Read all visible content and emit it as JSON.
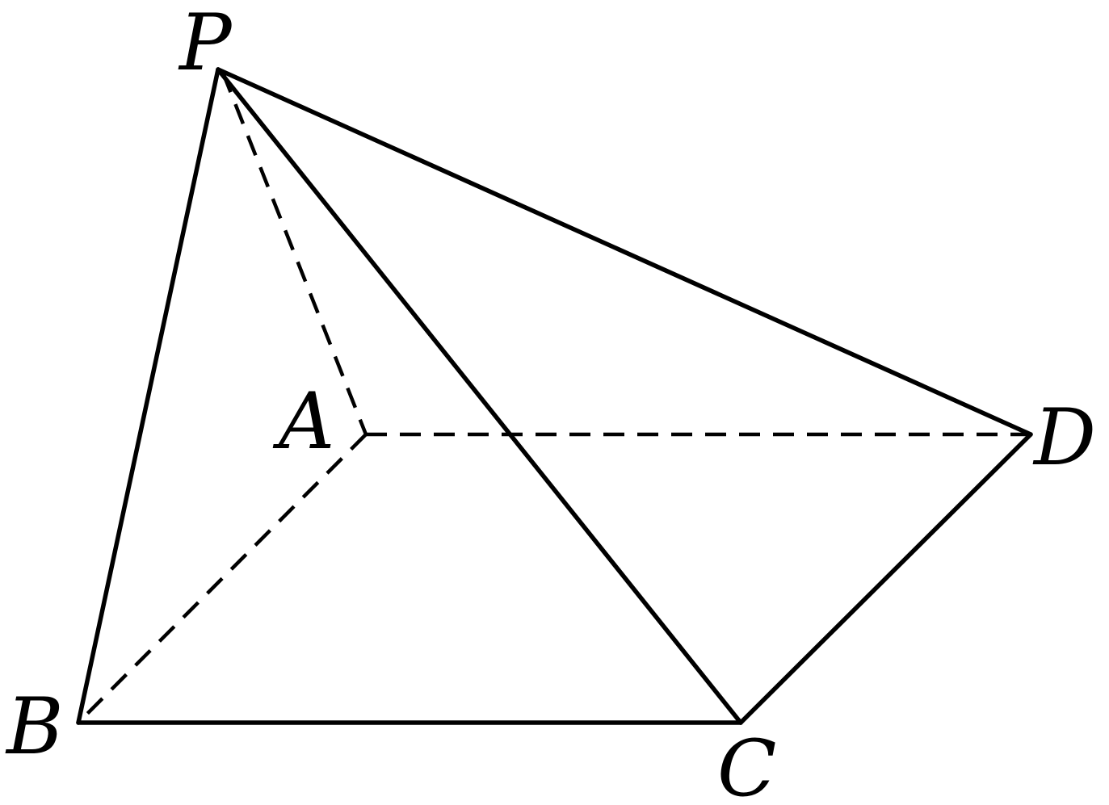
{
  "figure": {
    "vertices": {
      "P": "P",
      "A": "A",
      "B": "B",
      "C": "C",
      "D": "D"
    },
    "visible_edges": [
      "PB",
      "PC",
      "PD",
      "BC",
      "CD"
    ],
    "hidden_edges": [
      "PA",
      "AB",
      "AD"
    ],
    "colors": {
      "stroke": "#000000",
      "background": "#ffffff"
    }
  }
}
